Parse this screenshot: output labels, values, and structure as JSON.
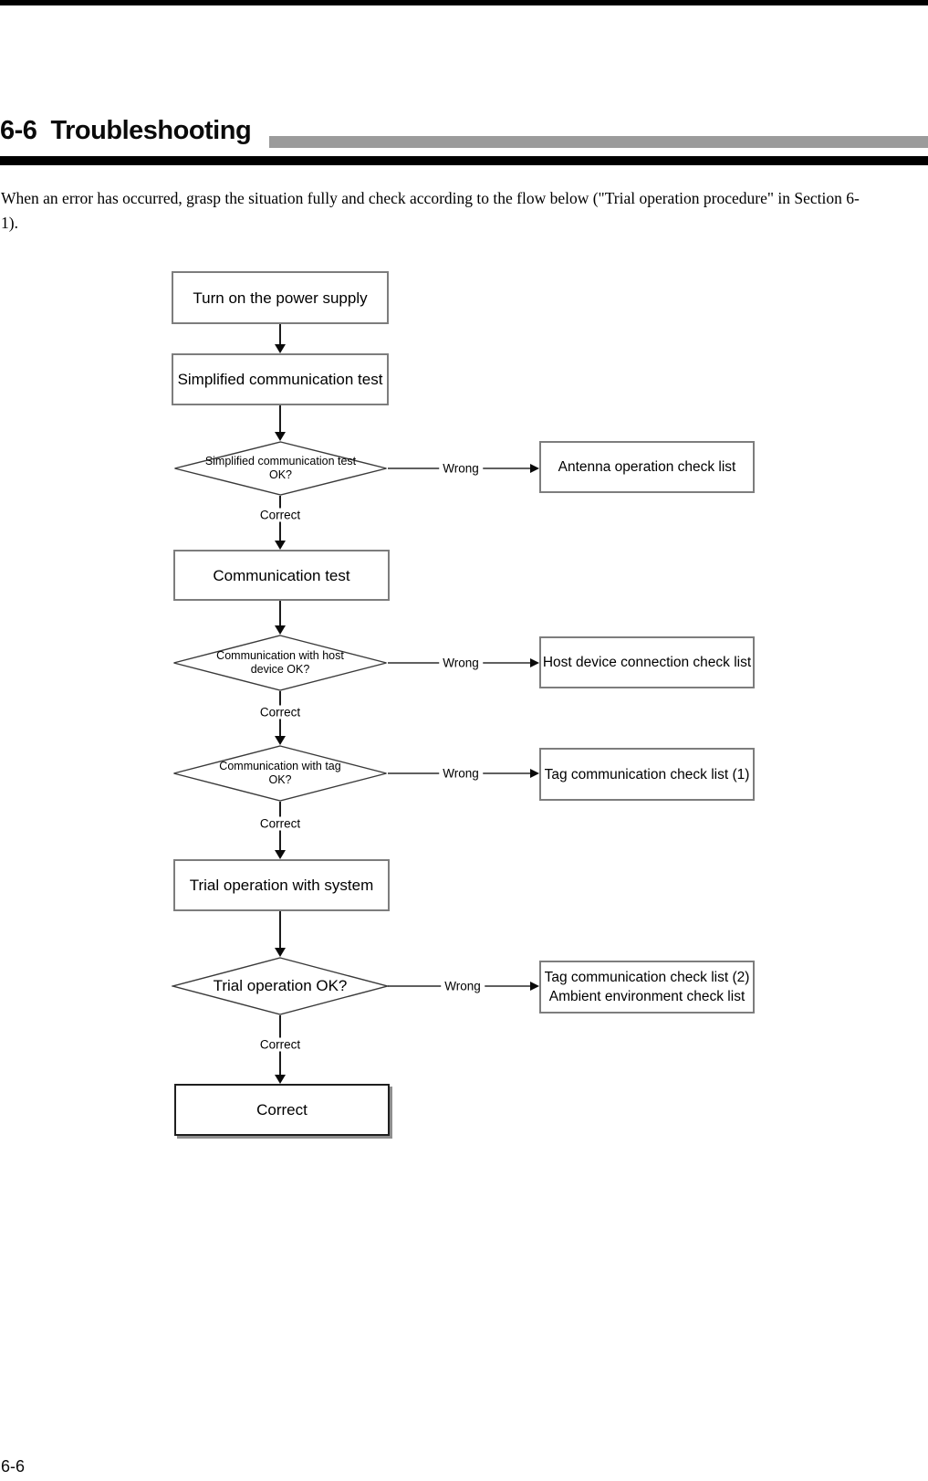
{
  "header": {
    "title": "6-6  Troubleshooting"
  },
  "intro": {
    "line1": "When an error has occurred, grasp the situation fully and check according to the flow below (\"Trial operation procedure\" in Section 6-",
    "line2": "1)."
  },
  "footer": {
    "page_number": "6-6"
  },
  "colors": {
    "top_bar": "#000000",
    "heading_gray_bar": "#9b9b9b",
    "heading_black_rule": "#000000",
    "box_border": "#7d7d7d",
    "end_box_shadow": "#8f8f8f",
    "diamond_stroke": "#3a3a3a",
    "connector_line": "#606060",
    "arrowhead": "#0a0a0a"
  },
  "flowchart": {
    "labels": {
      "correct": "Correct",
      "wrong": "Wrong"
    },
    "nodes": {
      "turn_on_power": {
        "type": "process",
        "lines": [
          "Turn on the power supply"
        ]
      },
      "simplified_test": {
        "type": "process",
        "lines": [
          "Simplified communication test"
        ]
      },
      "d_simplified_ok": {
        "type": "decision",
        "lines": [
          "Simplified communication test",
          "OK?"
        ]
      },
      "antenna_check": {
        "type": "process",
        "lines": [
          "Antenna operation check list"
        ]
      },
      "communication_test": {
        "type": "process",
        "lines": [
          "Communication test"
        ]
      },
      "d_host_ok": {
        "type": "decision",
        "lines": [
          "Communication with host",
          "device OK?"
        ]
      },
      "host_check": {
        "type": "process",
        "lines": [
          "Host device connection check list"
        ]
      },
      "d_tag_ok": {
        "type": "decision",
        "lines": [
          "Communication with tag",
          "OK?"
        ]
      },
      "tag_check_1": {
        "type": "process",
        "lines": [
          "Tag communication check list (1)"
        ]
      },
      "trial_system": {
        "type": "process",
        "lines": [
          "Trial operation with system"
        ]
      },
      "d_trial_ok": {
        "type": "decision",
        "lines": [
          "Trial operation OK?"
        ]
      },
      "tag_check_2": {
        "type": "process",
        "lines": [
          "Tag communication check list (2)",
          "Ambient environment check list"
        ]
      },
      "end_correct": {
        "type": "terminal",
        "lines": [
          "Correct"
        ]
      }
    },
    "edges": [
      {
        "from": "turn_on_power",
        "to": "simplified_test",
        "label": ""
      },
      {
        "from": "simplified_test",
        "to": "d_simplified_ok",
        "label": ""
      },
      {
        "from": "d_simplified_ok",
        "to": "communication_test",
        "label": "Correct"
      },
      {
        "from": "d_simplified_ok",
        "to": "antenna_check",
        "label": "Wrong"
      },
      {
        "from": "communication_test",
        "to": "d_host_ok",
        "label": ""
      },
      {
        "from": "d_host_ok",
        "to": "d_tag_ok",
        "label": "Correct"
      },
      {
        "from": "d_host_ok",
        "to": "host_check",
        "label": "Wrong"
      },
      {
        "from": "d_tag_ok",
        "to": "trial_system",
        "label": "Correct"
      },
      {
        "from": "d_tag_ok",
        "to": "tag_check_1",
        "label": "Wrong"
      },
      {
        "from": "trial_system",
        "to": "d_trial_ok",
        "label": ""
      },
      {
        "from": "d_trial_ok",
        "to": "end_correct",
        "label": "Correct"
      },
      {
        "from": "d_trial_ok",
        "to": "tag_check_2",
        "label": "Wrong"
      }
    ]
  }
}
